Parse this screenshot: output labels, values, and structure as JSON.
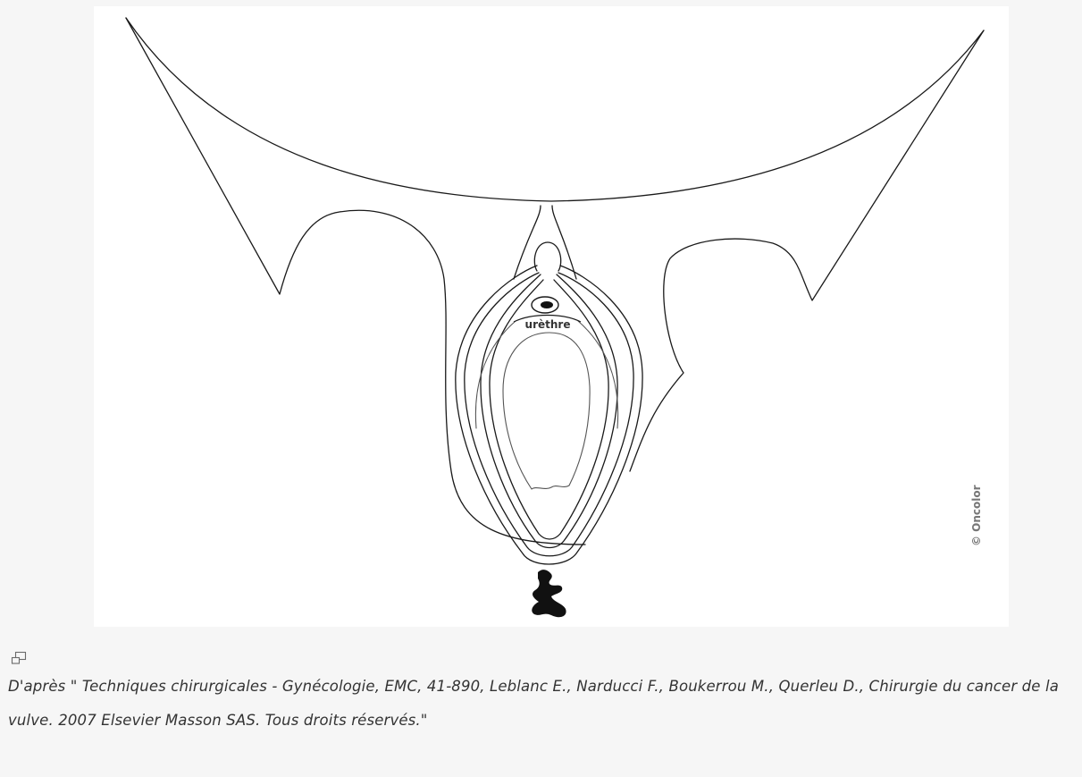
{
  "figure": {
    "label": "urèthre",
    "copyright": "© Oncolor"
  },
  "expand_icon": "expand-image-icon",
  "caption": "D'après \" Techniques chirurgicales - Gynécologie, EMC, 41-890, Leblanc E., Narducci F., Boukerrou M., Querleu D., Chirurgie du cancer de la vulve. 2007 Elsevier Masson SAS. Tous droits réservés.\""
}
